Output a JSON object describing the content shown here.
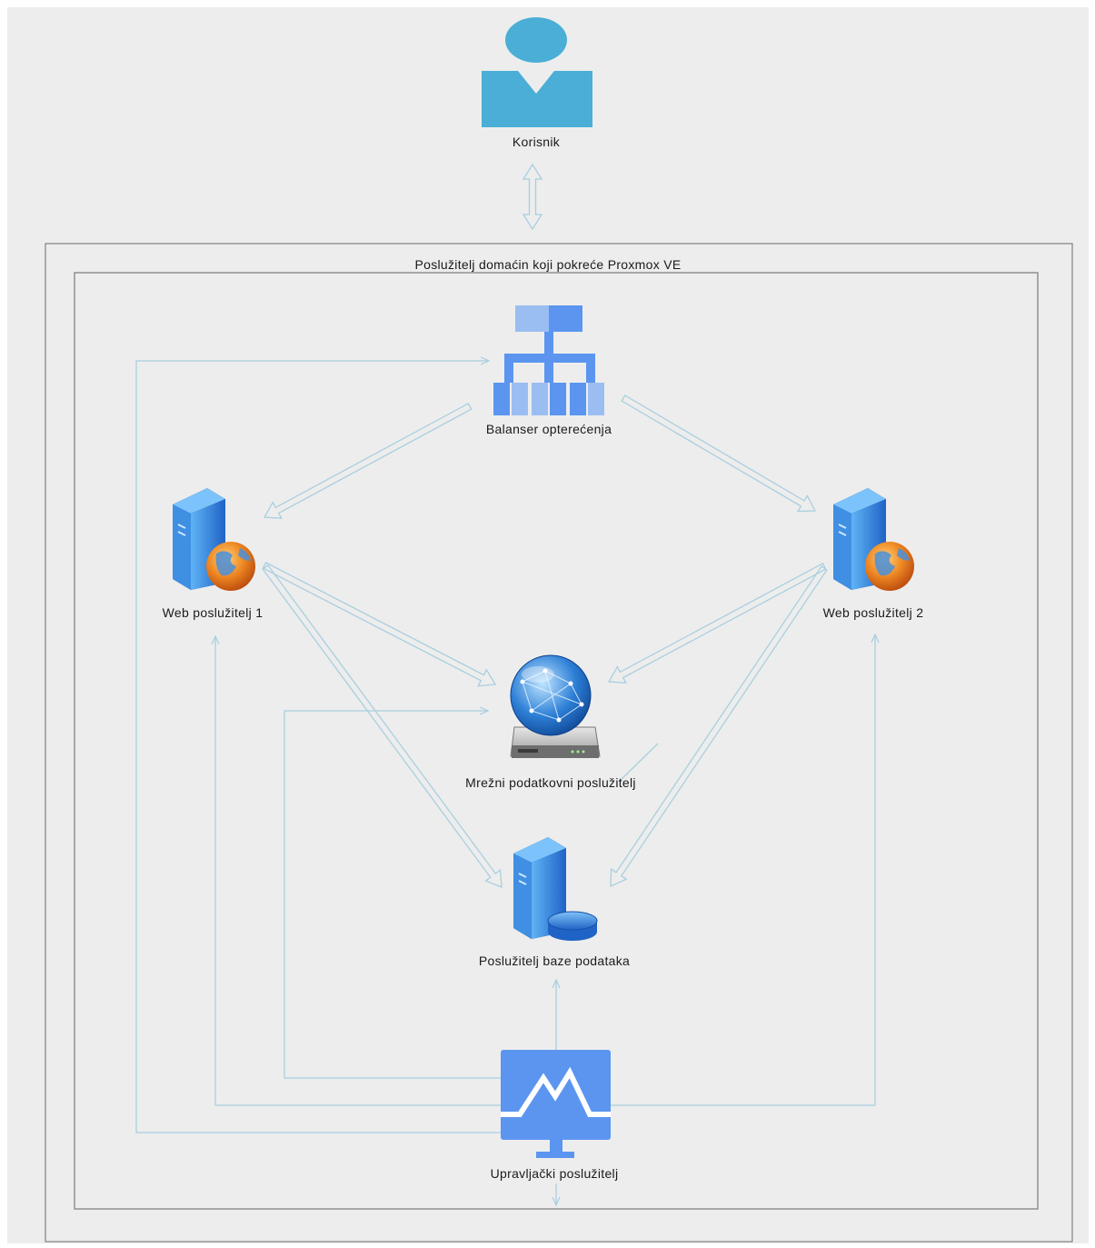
{
  "diagram": {
    "outer_container": {
      "title": "Poslužitelj domaćin koji pokreće Proxmox VE"
    },
    "nodes": {
      "user": {
        "label": "Korisnik",
        "icon": "user-icon"
      },
      "load_balancer": {
        "label": "Balanser opterećenja",
        "icon": "hierarchy-icon"
      },
      "web1": {
        "label": "Web poslužitelj 1",
        "icon": "web-server-icon"
      },
      "web2": {
        "label": "Web poslužitelj 2",
        "icon": "web-server-icon"
      },
      "nas": {
        "label": "Mrežni podatkovni poslužitelj",
        "icon": "network-storage-icon"
      },
      "db": {
        "label": "Poslužitelj baze podataka",
        "icon": "database-server-icon"
      },
      "mgmt": {
        "label": "Upravljački poslužitelj",
        "icon": "monitor-icon"
      }
    },
    "colors": {
      "background": "#ededed",
      "primary_blue": "#5b95f0",
      "light_blue": "#9bbef2",
      "user_blue": "#4aaed6",
      "arrow_stroke": "#a9cfdf",
      "container_border": "#808080"
    }
  }
}
